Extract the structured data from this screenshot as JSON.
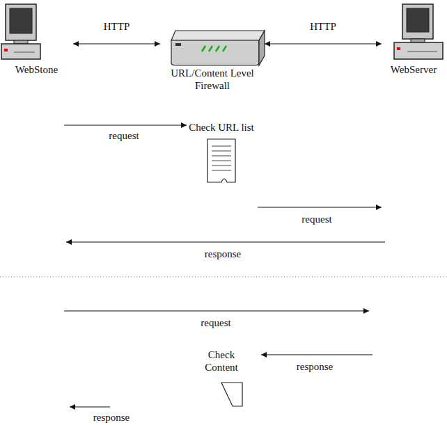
{
  "diagram": {
    "nodes": [
      {
        "text": [
          "WebStone"
        ]
      },
      {
        "text": [
          "URL/Content Level Firewall"
        ]
      },
      {
        "text": [
          "WebServer"
        ]
      }
    ],
    "edges": [
      {
        "from": 0,
        "to": 1,
        "label": "HTTP",
        "arrow": "both"
      },
      {
        "from": 1,
        "to": 2,
        "label": "HTTP",
        "arrow": "both"
      }
    ],
    "labels": [
      "request",
      "Check URL list",
      "request",
      "response",
      "request",
      "response",
      "Check Content",
      "response"
    ]
  }
}
